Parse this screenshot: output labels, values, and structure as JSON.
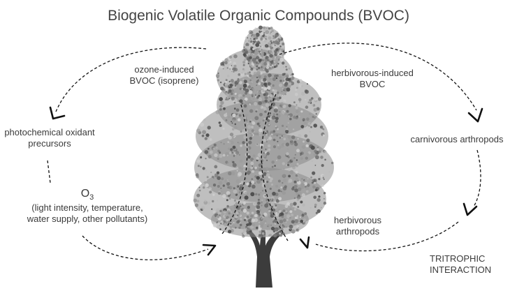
{
  "title": "Biogenic Volatile Organic Compounds (BVOC)",
  "labels": {
    "ozone_induced_line1": "ozone-induced",
    "ozone_induced_line2": "BVOC (isoprene)",
    "herbivorous_induced_line1": "herbivorous-induced",
    "herbivorous_induced_line2": "BVOC",
    "photochemical_line1": "photochemical oxidant",
    "photochemical_line2": "precursors",
    "carnivorous": "carnivorous arthropods",
    "o3_base": "O",
    "o3_sub": "3",
    "o3_factors_line1": "(light intensity, temperature,",
    "o3_factors_line2": "water supply, other pollutants)",
    "herbivorous_arthropods_line1": "herbivorous",
    "herbivorous_arthropods_line2": "arthropods",
    "tritrophic_line1": "TRITROPHIC",
    "tritrophic_line2": "INTERACTION"
  },
  "colors": {
    "text": "#3a3a3a",
    "cycle_line": "#111111",
    "foliage_dark": "#5a5a5a",
    "foliage_light": "#b5b5b5",
    "trunk": "#3c3c3c"
  },
  "icons": [
    "tree-illustration",
    "arrowhead-icon"
  ]
}
